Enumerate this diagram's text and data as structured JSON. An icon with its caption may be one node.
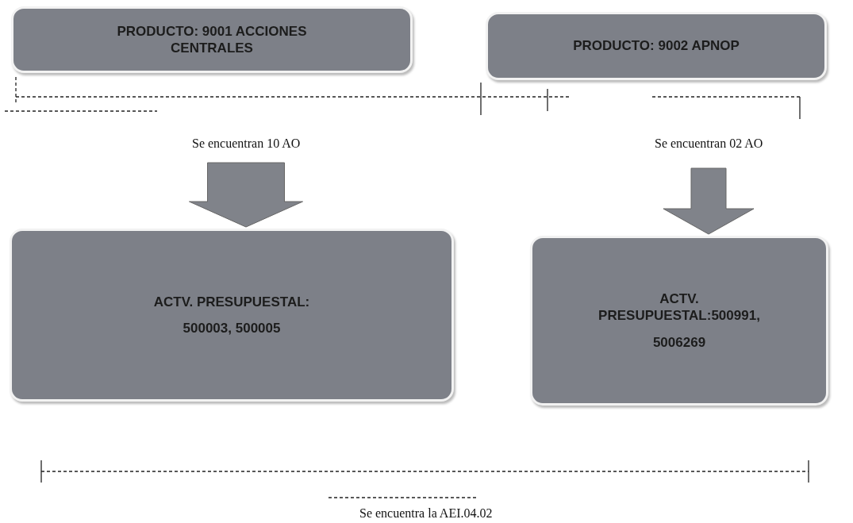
{
  "diagram": {
    "nodes": [
      {
        "text": [
          "PRODUCTO: 9001 ACCIONES CENTRALES"
        ]
      },
      {
        "text": [
          "PRODUCTO: 9002 APNOP"
        ]
      },
      {
        "text": [
          "ACTV. PRESUPUESTAL:",
          "500003, 500005"
        ]
      },
      {
        "text": [
          "ACTV. PRESUPUESTAL:500991,",
          "5006269"
        ]
      }
    ],
    "edges": [
      {
        "from": null,
        "to": 2,
        "arrow": "to",
        "label": "Se encuentran 10 AO",
        "style": "thick"
      },
      {
        "from": null,
        "to": 3,
        "arrow": "to",
        "label": "Se encuentran 02 AO",
        "style": "thick"
      }
    ],
    "labels": [
      "Se encuentra la AEI.04.02"
    ]
  }
}
